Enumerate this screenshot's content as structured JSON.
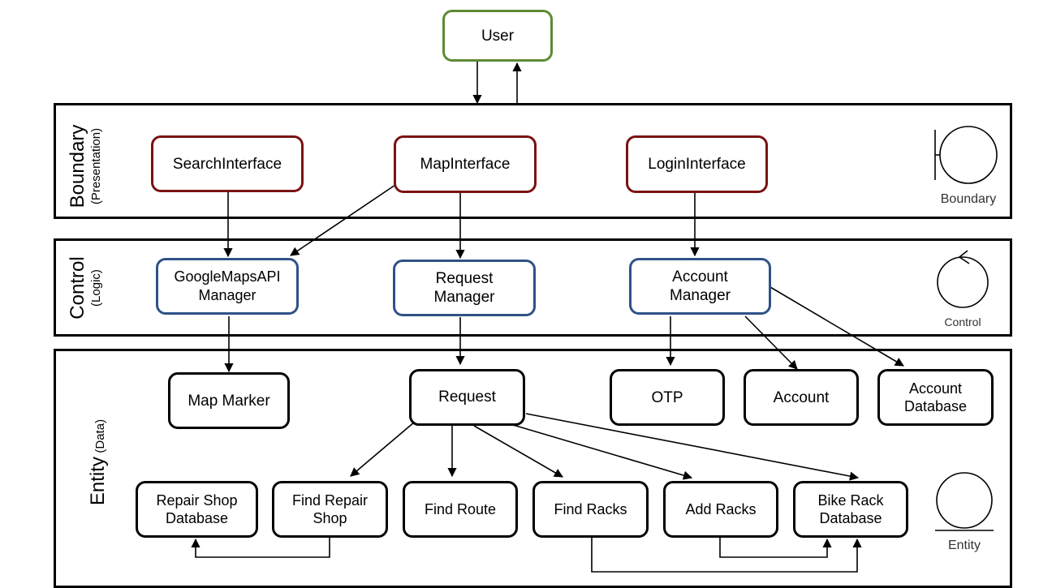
{
  "user": {
    "label": "User"
  },
  "layers": {
    "boundary": {
      "title": "Boundary",
      "subtitle": "(Presentation)",
      "symbol_label": "Boundary"
    },
    "control": {
      "title": "Control",
      "subtitle": "(Logic)",
      "symbol_label": "Control"
    },
    "entity": {
      "title": "Entity",
      "subtitle": "(Data)",
      "symbol_label": "Entity"
    }
  },
  "boundary_nodes": {
    "search": "SearchInterface",
    "map": "MapInterface",
    "login": "LoginInterface"
  },
  "control_nodes": {
    "gmaps": "GoogleMapsAPI\nManager",
    "request": "Request\nManager",
    "account": "Account\nManager"
  },
  "entity_nodes": {
    "map_marker": "Map Marker",
    "request": "Request",
    "otp": "OTP",
    "account": "Account",
    "account_db": "Account\nDatabase",
    "repair_db": "Repair Shop\nDatabase",
    "find_repair": "Find Repair\nShop",
    "find_route": "Find Route",
    "find_racks": "Find Racks",
    "add_racks": "Add Racks",
    "bike_rack_db": "Bike Rack\nDatabase"
  },
  "colors": {
    "user_border": "#5e8a34",
    "boundary_border": "#7a1212",
    "control_border": "#2f5287",
    "entity_border": "#000000"
  },
  "icons": {
    "boundary_symbol": "boundary-icon",
    "control_symbol": "control-icon",
    "entity_symbol": "entity-icon"
  }
}
